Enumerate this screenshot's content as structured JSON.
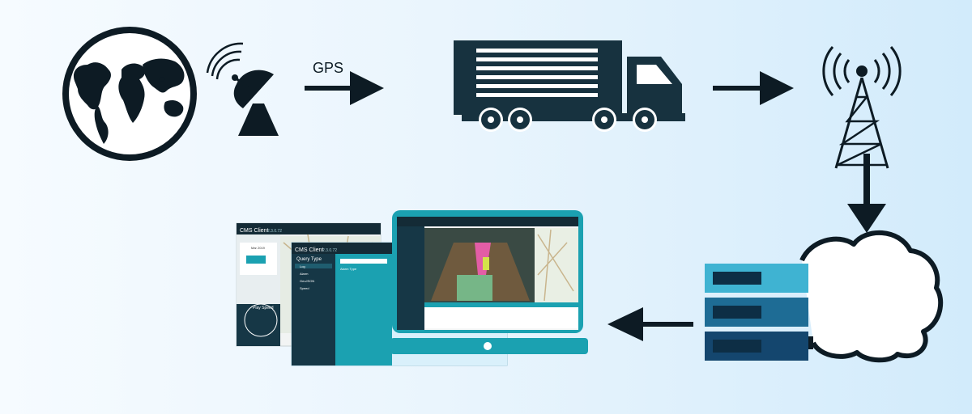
{
  "diagram": {
    "gps_label": "GPS",
    "colors": {
      "ink": "#0d1b24",
      "truck": "#17323f",
      "teal": "#1ba1b1",
      "teal_dark": "#0f5c6e",
      "server_light": "#55c3dd",
      "server_dark": "#0d3a5c"
    },
    "nodes": [
      {
        "id": "globe",
        "icon": "globe-icon"
      },
      {
        "id": "satellite",
        "icon": "satellite-dish-icon"
      },
      {
        "id": "truck",
        "icon": "truck-icon"
      },
      {
        "id": "tower",
        "icon": "radio-tower-icon"
      },
      {
        "id": "cloud-server",
        "icon": "cloud-server-icon"
      },
      {
        "id": "cms-software",
        "icon": "laptop-screens-icon"
      }
    ],
    "flow": [
      "satellite->truck",
      "truck->tower",
      "tower->cloud-server",
      "cloud-server->cms-software"
    ]
  },
  "software": {
    "back_window_title": "CMS Client",
    "back_window_version": "2.3.0.72",
    "back_window_calendar_month": "Mar 2019",
    "back_window_play_label": "Play Speed",
    "mid_window_title": "CMS Client",
    "mid_window_version": "2.3.0.72",
    "mid_window_panel_title": "Query Type",
    "mid_window_menu": [
      "Log",
      "Alarm",
      "GeoJSON",
      "Speed"
    ],
    "mid_window_section": "Alarm Type"
  }
}
